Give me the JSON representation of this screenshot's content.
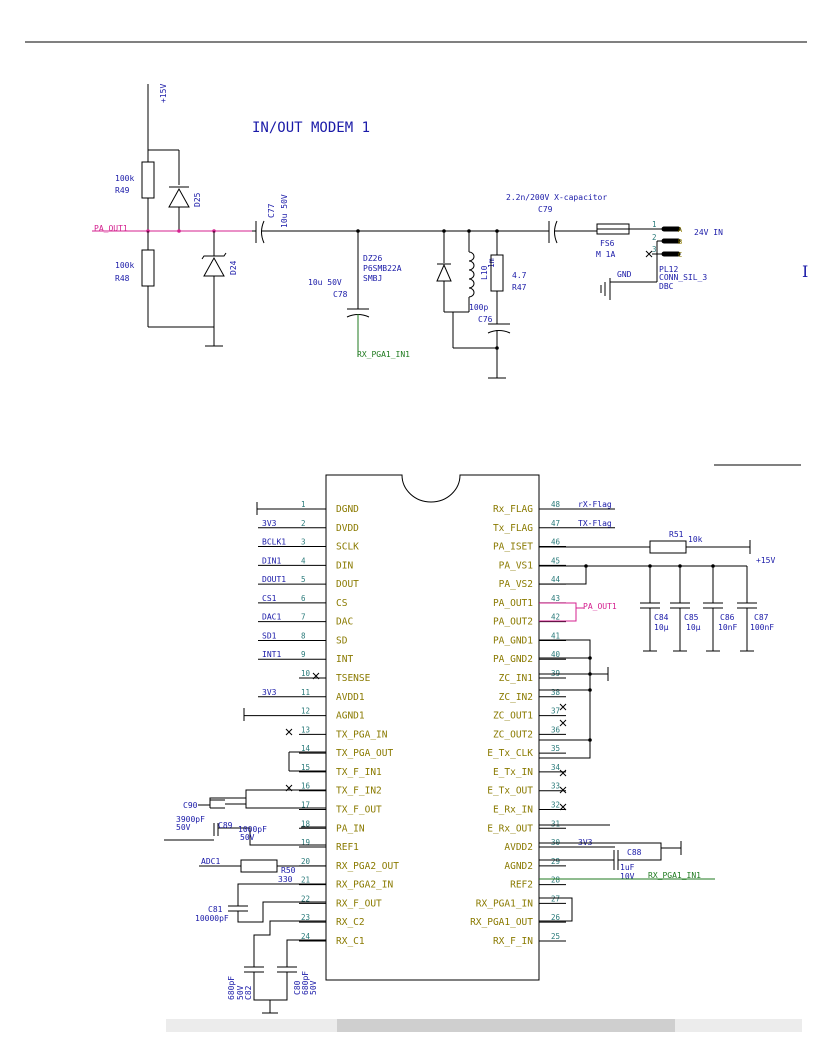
{
  "title": "IN/OUT MODEM 1",
  "left_pins": [
    {
      "num": "1",
      "name": "DGND"
    },
    {
      "num": "2",
      "name": "DVDD"
    },
    {
      "num": "3",
      "name": "SCLK"
    },
    {
      "num": "4",
      "name": "DIN"
    },
    {
      "num": "5",
      "name": "DOUT"
    },
    {
      "num": "6",
      "name": "CS"
    },
    {
      "num": "7",
      "name": "DAC"
    },
    {
      "num": "8",
      "name": "SD"
    },
    {
      "num": "9",
      "name": "INT"
    },
    {
      "num": "10",
      "name": "TSENSE"
    },
    {
      "num": "11",
      "name": "AVDD1"
    },
    {
      "num": "12",
      "name": "AGND1"
    },
    {
      "num": "13",
      "name": "TX_PGA_IN"
    },
    {
      "num": "14",
      "name": "TX_PGA_OUT"
    },
    {
      "num": "15",
      "name": "TX_F_IN1"
    },
    {
      "num": "16",
      "name": "TX_F_IN2"
    },
    {
      "num": "17",
      "name": "TX_F_OUT"
    },
    {
      "num": "18",
      "name": "PA_IN"
    },
    {
      "num": "19",
      "name": "REF1"
    },
    {
      "num": "20",
      "name": "RX_PGA2_OUT"
    },
    {
      "num": "21",
      "name": "RX_PGA2_IN"
    },
    {
      "num": "22",
      "name": "RX_F_OUT"
    },
    {
      "num": "23",
      "name": "RX_C2"
    },
    {
      "num": "24",
      "name": "RX_C1"
    }
  ],
  "right_pins": [
    {
      "num": "48",
      "name": "Rx_FLAG"
    },
    {
      "num": "47",
      "name": "Tx_FLAG"
    },
    {
      "num": "46",
      "name": "PA_ISET"
    },
    {
      "num": "45",
      "name": "PA_VS1"
    },
    {
      "num": "44",
      "name": "PA_VS2"
    },
    {
      "num": "43",
      "name": "PA_OUT1"
    },
    {
      "num": "42",
      "name": "PA_OUT2"
    },
    {
      "num": "41",
      "name": "PA_GND1"
    },
    {
      "num": "40",
      "name": "PA_GND2"
    },
    {
      "num": "39",
      "name": "ZC_IN1"
    },
    {
      "num": "38",
      "name": "ZC_IN2"
    },
    {
      "num": "37",
      "name": "ZC_OUT1"
    },
    {
      "num": "36",
      "name": "ZC_OUT2"
    },
    {
      "num": "35",
      "name": "E_Tx_CLK"
    },
    {
      "num": "34",
      "name": "E_Tx_IN"
    },
    {
      "num": "33",
      "name": "E_Tx_OUT"
    },
    {
      "num": "32",
      "name": "E_Rx_IN"
    },
    {
      "num": "31",
      "name": "E_Rx_OUT"
    },
    {
      "num": "30",
      "name": "AVDD2"
    },
    {
      "num": "29",
      "name": "AGND2"
    },
    {
      "num": "28",
      "name": "REF2"
    },
    {
      "num": "27",
      "name": "RX_PGA1_IN"
    },
    {
      "num": "26",
      "name": "RX_PGA1_OUT"
    },
    {
      "num": "25",
      "name": "RX_F_IN"
    }
  ],
  "left_nets": [
    {
      "pin": "2",
      "label": "3V3"
    },
    {
      "pin": "3",
      "label": "BCLK1"
    },
    {
      "pin": "4",
      "label": "DIN1"
    },
    {
      "pin": "5",
      "label": "DOUT1"
    },
    {
      "pin": "6",
      "label": "CS1"
    },
    {
      "pin": "7",
      "label": "DAC1"
    },
    {
      "pin": "8",
      "label": "SD1"
    },
    {
      "pin": "9",
      "label": "INT1"
    },
    {
      "pin": "11",
      "label": "3V3"
    }
  ],
  "right_nets": [
    {
      "pin": "48",
      "label": "rX-Flag"
    },
    {
      "pin": "47",
      "label": "TX-Flag"
    },
    {
      "pin": "30",
      "label": "3V3"
    }
  ],
  "top": {
    "supply": "+15V",
    "r49": {
      "value": "100k",
      "ref": "R49"
    },
    "r48": {
      "value": "100k",
      "ref": "R48"
    },
    "d25": "D25",
    "d24": "D24",
    "pa_out": "PA_OUT1",
    "c77": {
      "ref": "C77",
      "value": "10u 50V"
    },
    "dz26": {
      "ref": "DZ26",
      "part": "P6SMB22A",
      "pkg": "SMBJ"
    },
    "c78": {
      "value": "10u 50V",
      "ref": "C78"
    },
    "rx_net": "RX_PGA1_IN1",
    "l10": {
      "ref": "L10",
      "value": "1m"
    },
    "r47": {
      "value": "4.7",
      "ref": "R47"
    },
    "c76": {
      "value": "100p",
      "ref": "C76"
    },
    "c79": {
      "note": "2.2n/200V X-capacitor",
      "ref": "C79"
    },
    "fs6": {
      "ref": "FS6",
      "value": "M 1A"
    },
    "pl12": {
      "ref": "PL12",
      "part": "CONN_SIL_3",
      "pkg": "DBC",
      "label": "24V IN",
      "pins": [
        "1",
        "2",
        "3"
      ],
      "gnd": "GND",
      "pin_a": "A",
      "pin_b": "B",
      "pin_c": "C"
    }
  },
  "bottom": {
    "r51": {
      "ref": "R51",
      "value": "10k"
    },
    "supply": "+15V",
    "pa_out": "PA_OUT1",
    "c84": {
      "ref": "C84",
      "value": "10µ"
    },
    "c85": {
      "ref": "C85",
      "value": "10µ"
    },
    "c86": {
      "ref": "C86",
      "value": "10nF"
    },
    "c87": {
      "ref": "C87",
      "value": "100nF"
    },
    "c90": {
      "ref": "C90",
      "value": "3900pF",
      "volt": "50V"
    },
    "c89": {
      "ref": "C89",
      "value": "1000pF",
      "volt": "50V"
    },
    "adc": "ADC1",
    "r50": {
      "ref": "R50",
      "value": "330"
    },
    "c81": {
      "ref": "C81",
      "value": "10000pF"
    },
    "c82": {
      "ref": "C82",
      "value": "680pF",
      "volt": "50V"
    },
    "c80": {
      "ref": "C80",
      "value": "680pF",
      "volt": "50V"
    },
    "c88": {
      "ref": "C88",
      "value": "1uF",
      "volt": "10V"
    },
    "rx_net": "RX_PGA1_IN1"
  },
  "cursor": "I",
  "colors": {
    "wire": "#000000",
    "net_label": "#1a1aa8",
    "pin_name": "#8a7a00",
    "pin_number": "#2a7a7a",
    "power_net": "#d4208f",
    "rx_net": "#1f7a1f"
  }
}
